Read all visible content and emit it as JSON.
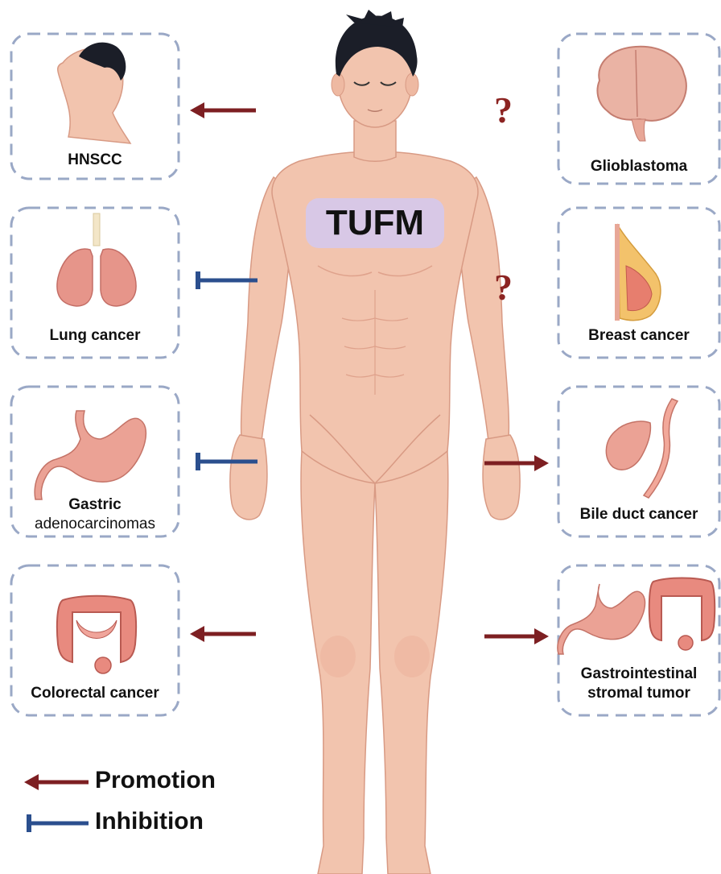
{
  "center": {
    "label": "TUFM"
  },
  "panels": {
    "hnscc": {
      "label": "HNSCC",
      "relation": "promotion"
    },
    "lung": {
      "label": "Lung cancer",
      "relation": "inhibition"
    },
    "gastric": {
      "label_bold": "Gastric",
      "label_normal": "adenocarcinomas",
      "relation": "inhibition"
    },
    "colorectal": {
      "label": "Colorectal cancer",
      "relation": "promotion"
    },
    "glioblastoma": {
      "label": "Glioblastoma",
      "relation": "unknown",
      "mark": "?"
    },
    "breast": {
      "label": "Breast cancer",
      "relation": "unknown",
      "mark": "?"
    },
    "bile": {
      "label": "Bile duct cancer",
      "relation": "promotion"
    },
    "gist": {
      "label_line1": "Gastrointestinal",
      "label_line2": "stromal tumor",
      "relation": "promotion"
    }
  },
  "legend": {
    "promotion": "Promotion",
    "inhibition": "Inhibition"
  },
  "colors": {
    "promotion": "#7d1f22",
    "inhibition": "#2b4f8e",
    "panel_border": "#9aa8c6",
    "skin": "#f2c4ae",
    "tufm_bg": "#d8c8e6"
  },
  "icons": [
    "head-profile-icon",
    "lungs-icon",
    "stomach-icon",
    "colon-icon",
    "brain-icon",
    "breast-icon",
    "gallbladder-icon",
    "stomach-colon-icon",
    "human-body-icon"
  ]
}
